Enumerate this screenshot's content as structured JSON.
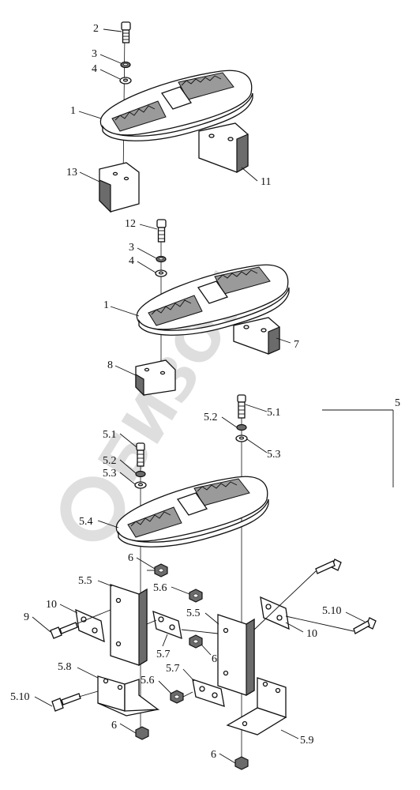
{
  "watermark": {
    "text": "БИЗОН"
  },
  "labels": {
    "l1a": "1",
    "l2": "2",
    "l3a": "3",
    "l4a": "4",
    "l11": "11",
    "l13": "13",
    "l12": "12",
    "l3b": "3",
    "l4b": "4",
    "l1b": "1",
    "l7": "7",
    "l8": "8",
    "l5": "5",
    "l5_1a": "5.1",
    "l5_2a": "5.2",
    "l5_3a": "5.3",
    "l5_1b": "5.1",
    "l5_2b": "5.2",
    "l5_3b": "5.3",
    "l5_4": "5.4",
    "l6a": "6",
    "l5_5a": "5.5",
    "l5_6a": "5.6",
    "l10a": "10",
    "l9": "9",
    "l5_7a": "5.7",
    "l5_5b": "5.5",
    "l6b": "6",
    "l10b": "10",
    "l5_10a": "5.10",
    "l5_8": "5.8",
    "l5_10b": "5.10",
    "l5_6b": "5.6",
    "l5_7b": "5.7",
    "l6c": "6",
    "l5_9": "5.9",
    "l6d": "6"
  }
}
